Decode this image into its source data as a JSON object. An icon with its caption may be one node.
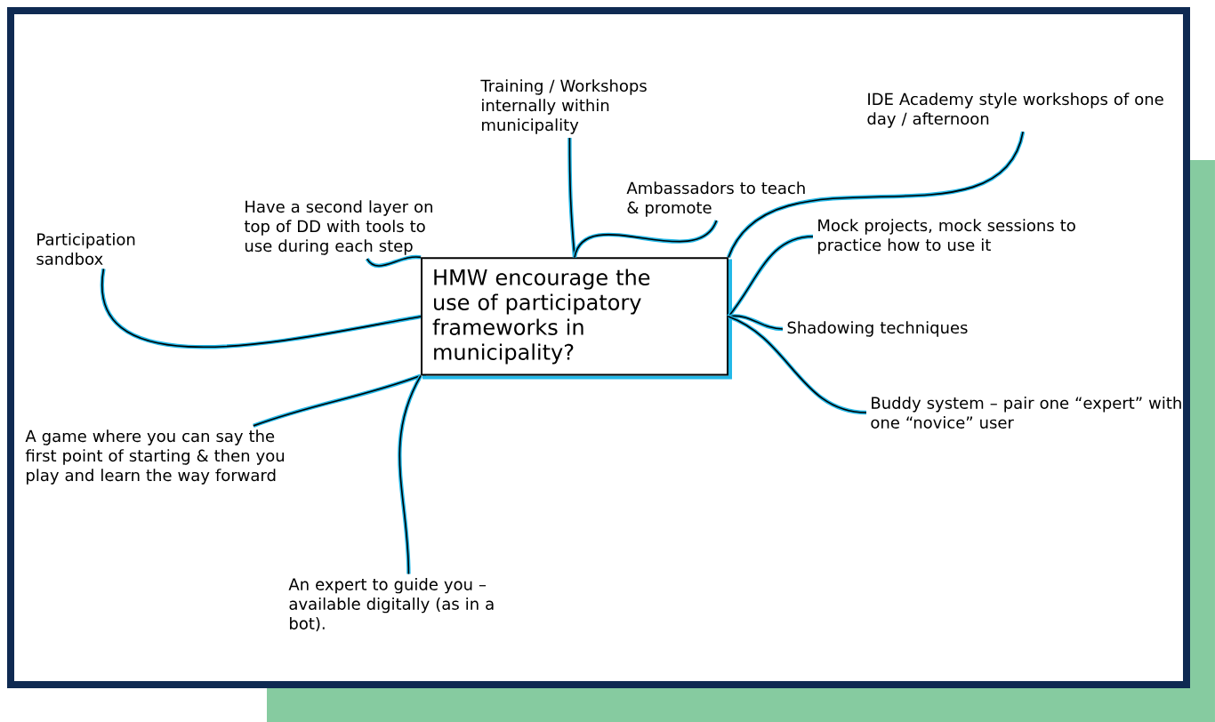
{
  "diagram": {
    "nodes": [
      {
        "text": [
          "HMW encourage the use of participatory frameworks in municipality?"
        ]
      },
      {
        "text": [
          "Participation sandbox"
        ]
      },
      {
        "text": [
          "Have a second layer on top of DD with tools to use during each step"
        ]
      },
      {
        "text": [
          "Training / Workshops internally within municipality"
        ]
      },
      {
        "text": [
          "Ambassadors to teach & promote"
        ]
      },
      {
        "text": [
          "IDE Academy style workshops of one day / afternoon"
        ]
      },
      {
        "text": [
          "Mock projects, mock sessions to practice how to use it"
        ]
      },
      {
        "text": [
          "Shadowing techniques"
        ]
      },
      {
        "text": [
          "Buddy system – pair one “expert” with one “novice” user"
        ]
      },
      {
        "text": [
          "A game where you can say the first point of starting & then you play and learn the way forward"
        ]
      },
      {
        "text": [
          "An expert to guide you – available digitally (as in a bot)."
        ]
      }
    ],
    "edges": [
      {
        "from": 0,
        "to": 1,
        "arrow": "none"
      },
      {
        "from": 0,
        "to": 2,
        "arrow": "none"
      },
      {
        "from": 0,
        "to": 3,
        "arrow": "none"
      },
      {
        "from": 0,
        "to": 4,
        "arrow": "none"
      },
      {
        "from": 0,
        "to": 5,
        "arrow": "none"
      },
      {
        "from": 0,
        "to": 6,
        "arrow": "none"
      },
      {
        "from": 0,
        "to": 7,
        "arrow": "none"
      },
      {
        "from": 0,
        "to": 8,
        "arrow": "none"
      },
      {
        "from": 0,
        "to": 9,
        "arrow": "none"
      },
      {
        "from": 0,
        "to": 10,
        "arrow": "none"
      }
    ]
  }
}
